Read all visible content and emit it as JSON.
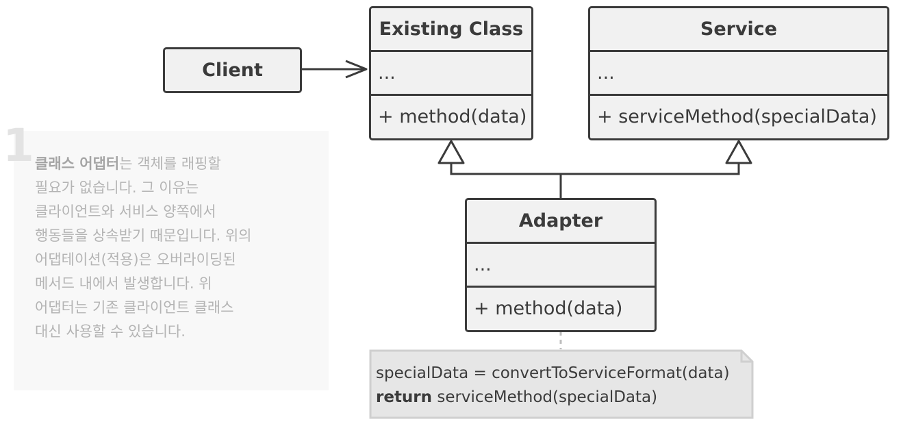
{
  "client": {
    "label": "Client"
  },
  "existing_class": {
    "title": "Existing Class",
    "fields": "...",
    "method": "+ method(data)"
  },
  "service": {
    "title": "Service",
    "fields": "...",
    "method": "+ serviceMethod(specialData)"
  },
  "adapter": {
    "title": "Adapter",
    "fields": "...",
    "method": "+ method(data)"
  },
  "code_note": {
    "line1": "specialData = convertToServiceFormat(data)",
    "line2_keyword": "return",
    "line2_rest": " serviceMethod(specialData)"
  },
  "side_note": {
    "number": "1",
    "bold_term": "클래스 어댑터",
    "lines": [
      "는 객체를 래핑할",
      "필요가 없습니다. 그 이유는",
      "클라이언트와 서비스 양쪽에서",
      "행동들을 상속받기 때문입니다. 위의",
      "어댑테이션(적용)은 오버라이딩된",
      "메서드 내에서 발생합니다. 위",
      "어댑터는 기존 클라이언트 클래스",
      "대신 사용할 수 있습니다."
    ]
  },
  "colors": {
    "stroke": "#3b3b3b",
    "box_fill": "#f1f1f1",
    "note_fill": "#e6e6e6",
    "note_border": "#cfcfcf",
    "side_note_bg": "#f8f8f8",
    "side_note_text": "#b4b4b4"
  }
}
